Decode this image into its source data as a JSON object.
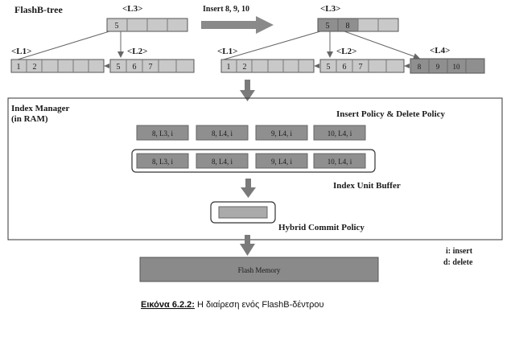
{
  "colors": {
    "node_light": "#c9c9c9",
    "node_dark": "#8f8f8f",
    "node_mid": "#aaaaaa",
    "stroke": "#555555",
    "arrow": "#7a7a7a",
    "text": "#1a1a1a",
    "background": "#ffffff"
  },
  "tree_before": {
    "title": "FlashB-tree",
    "root_label": "<L3>",
    "root_value": "5",
    "left_label": "<L1>",
    "left_values": [
      "1",
      "2"
    ],
    "right_label": "<L2>",
    "right_values": [
      "5",
      "6",
      "7"
    ]
  },
  "transition_label": "Insert 8, 9, 10",
  "tree_after": {
    "root_label": "<L3>",
    "root_values": [
      "5",
      "8"
    ],
    "left_label": "<L1>",
    "left_values": [
      "1",
      "2"
    ],
    "mid_label": "<L2>",
    "mid_values": [
      "5",
      "6",
      "7"
    ],
    "right_label": "<L4>",
    "right_values": [
      "8",
      "9",
      "10"
    ]
  },
  "index_manager": {
    "title_line1": "Index Manager",
    "title_line2": "(in RAM)",
    "policy_label": "Insert Policy & Delete Policy",
    "entries_row1": [
      "8, L3, i",
      "8, L4, i",
      "9, L4, i",
      "10, L4, i"
    ],
    "entries_row2": [
      "8, L3, i",
      "8, L4, i",
      "9, L4, i",
      "10, L4, i"
    ],
    "buffer_label": "Index Unit Buffer",
    "commit_label": "Hybrid Commit Policy"
  },
  "legend": {
    "insert": "i: insert",
    "delete": "d: delete"
  },
  "flash_memory_label": "Flash Memory",
  "caption": {
    "prefix": "Εικόνα 6.2.2:",
    "text": " Η διαίρεση ενός FlashB-δέντρου"
  }
}
